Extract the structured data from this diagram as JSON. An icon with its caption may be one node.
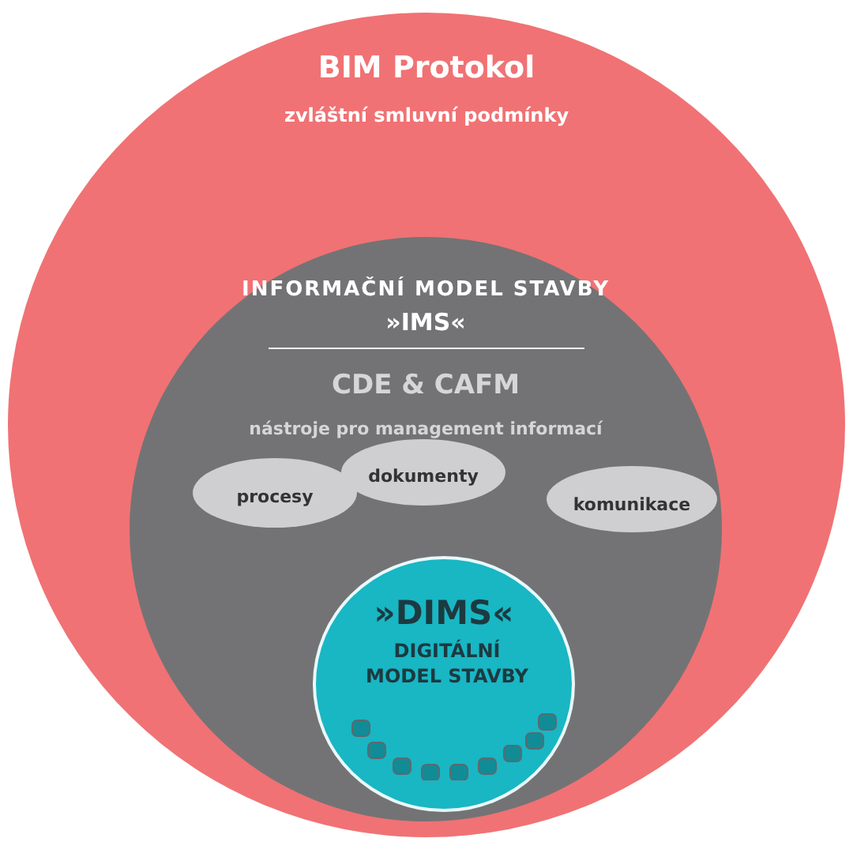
{
  "diagram": {
    "nodes": [
      {
        "text": [
          "BIM Protokol",
          "zvláštní smluvní podmínky"
        ]
      },
      {
        "text": [
          "INFORMAČNÍ MODEL STAVBY",
          "»IMS«",
          "CDE & CAFM",
          "nástroje pro management informací"
        ],
        "in": 0
      },
      {
        "text": [
          "procesy"
        ],
        "in": 1
      },
      {
        "text": [
          "dokumenty"
        ],
        "in": 1
      },
      {
        "text": [
          "komunikace"
        ],
        "in": 1
      },
      {
        "text": [
          "»DIMS«",
          "DIGITÁLNÍ MODEL STAVBY"
        ],
        "in": 1
      }
    ]
  }
}
